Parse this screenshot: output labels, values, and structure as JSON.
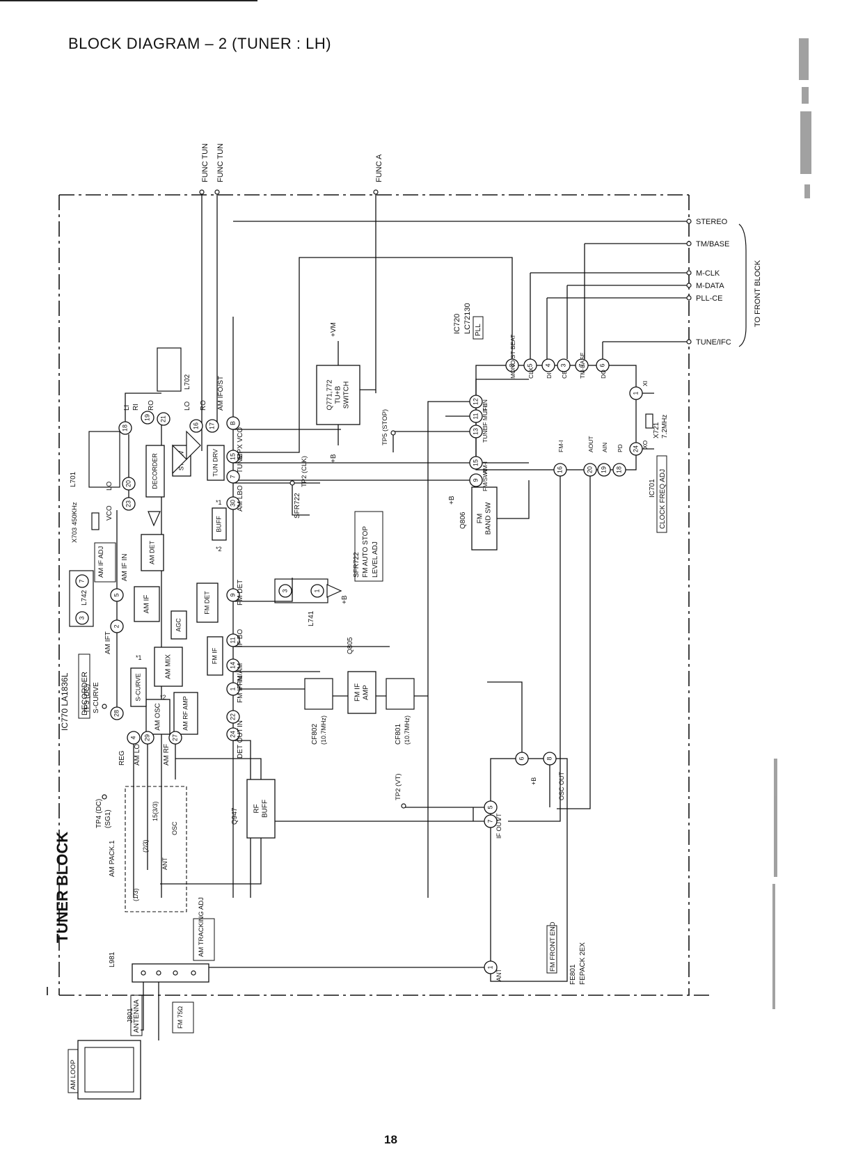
{
  "page": {
    "title": "BLOCK DIAGRAM – 2 (TUNER : LH)",
    "number": "18"
  },
  "block": {
    "title": "TUNER BLOCK"
  },
  "top_inputs": {
    "func_tun_1": "FUNC TUN",
    "func_tun_2": "FUNC TUN",
    "func_a": "FUNC A"
  },
  "front_block": {
    "label": "TO FRONT BLOCK",
    "signals": [
      "STEREO",
      "TM/BASE",
      "M-CLK",
      "M-DATA",
      "PLL-CE",
      "TUNE/IFC"
    ]
  },
  "components": {
    "ic770": {
      "name": "IC770 LA1836L",
      "function": "DECORDER"
    },
    "ic720": {
      "name": "IC720",
      "part": "LC72130",
      "function": "PLL"
    },
    "ic701": {
      "name": "IC701",
      "adj": "CLOCK FREQ ADJ"
    },
    "q771": {
      "name": "Q771,772",
      "line1": "TU+B",
      "line2": "SWITCH",
      "vm": "+VM",
      "b": "+B"
    },
    "q806": {
      "name": "Q806",
      "line1": "FM",
      "line2": "BAND SW",
      "b": "+B"
    },
    "q805": {
      "name": "Q805",
      "line1": "FM IF",
      "line2": "AMP"
    },
    "q947": {
      "name": "Q947",
      "line1": "RF",
      "line2": "BUFF"
    },
    "l701": "L701",
    "l702": "L702",
    "l741": "L741",
    "l742": "L742",
    "l981": "L981",
    "x703": "X703 450KHz",
    "x721": "X721",
    "x721_freq": "7.2MHz",
    "cf801": "CF801",
    "cf801_freq": "(10.7MHz)",
    "cf802": "CF802",
    "cf802_freq": "(10.7MHz)",
    "sfr722": "SFR722",
    "sfr722_adj1": "FM AUTO STOP",
    "sfr722_adj2": "LEVEL ADJ",
    "fe801_name": "FE801",
    "fe801_part": "FEPACK 2EX",
    "fe801_func": "FM FRONT END",
    "am_pack": "AM PACK.1",
    "am_tracking": "AM TRACKING ADJ",
    "am_if_adj": "AM IF ADJ",
    "j801": "J801",
    "antenna": "ANTENNA",
    "fm_75": "FM 75Ω",
    "am_loop": "AM LOOP"
  },
  "inner_blocks": [
    "AM MIX",
    "AM OSC",
    "AM RF AMP",
    "S-CURVE",
    "AM IF",
    "AM DET",
    "AGC",
    "FM DET",
    "FM IF",
    "BUFF",
    "TUN DRV",
    "ST SW",
    "DECORDER"
  ],
  "test_points": {
    "tp3": "TP3 (DC)",
    "tp3b": "S-CURVE",
    "tp4": "TP4 (DC)",
    "tp4b": "(SG1)",
    "tp5": "TP5 (STOP)",
    "tp2clk": "TP2 (CLK)",
    "tp2vt": "TP2 (VT)"
  },
  "ic770_pins": [
    {
      "n": "28"
    },
    {
      "n": "4",
      "label": "REG"
    },
    {
      "n": "29",
      "label": "AM LO"
    },
    {
      "n": "27",
      "label": "AM RF"
    },
    {
      "n": "2",
      "label": "AM IFT"
    },
    {
      "n": "5",
      "label": "AM IF IN"
    },
    {
      "n": "23",
      "label": "VCO"
    },
    {
      "n": "20",
      "label": "LO"
    },
    {
      "n": "18",
      "label": "LI"
    },
    {
      "n": "19",
      "label": "RI"
    },
    {
      "n": "21",
      "label": "RO"
    },
    {
      "n": "16",
      "label": "LO"
    },
    {
      "n": "17",
      "label": "RO"
    },
    {
      "n": "B",
      "label": "AM IFO/ST"
    },
    {
      "n": "15",
      "label": "MPX VCO"
    },
    {
      "n": "7",
      "label": "TUNE"
    },
    {
      "n": "30",
      "label": "AM LBO"
    },
    {
      "n": "9",
      "label": "FM DET"
    },
    {
      "n": "11",
      "label": "IF BO"
    },
    {
      "n": "14",
      "label": "FM/AM"
    },
    {
      "n": "1",
      "label": "FM IF IN"
    },
    {
      "n": "22",
      "label": "IN"
    },
    {
      "n": "24",
      "label": "DET OUT"
    }
  ],
  "ic720_pins": [
    {
      "n": "8",
      "label": "MONO/ST BEAT"
    },
    {
      "n": "5",
      "label": "CLK"
    },
    {
      "n": "4",
      "label": "DI"
    },
    {
      "n": "3",
      "label": "CE"
    },
    {
      "n": "7",
      "label": "TM-BASE"
    },
    {
      "n": "6",
      "label": "DO"
    },
    {
      "n": "12",
      "label": "IF-IN"
    },
    {
      "n": "11",
      "label": "IF MUTE"
    },
    {
      "n": "13",
      "label": "TUNE"
    },
    {
      "n": "15",
      "label": "AM-I"
    },
    {
      "n": "9",
      "label": "FM/SWI"
    },
    {
      "n": "16",
      "label": "FM-I"
    },
    {
      "n": "20",
      "label": "AOUT"
    },
    {
      "n": "19",
      "label": "AIN"
    },
    {
      "n": "18",
      "label": "PD"
    },
    {
      "n": "24",
      "label": "XO"
    },
    {
      "n": "1",
      "label": "XI"
    }
  ],
  "fe_pins": [
    {
      "n": "6",
      "label": "+B"
    },
    {
      "n": "8",
      "label": "OSC OUT"
    },
    {
      "n": "5",
      "label": "VT"
    },
    {
      "n": "7",
      "label": "IF OUT"
    },
    {
      "n": "1",
      "label": "ANT"
    }
  ],
  "l742_pins": [
    "3",
    "7"
  ],
  "l741_pins": [
    "3",
    "1"
  ],
  "misc": {
    "plus_b": "+B",
    "star1": "*1",
    "star2": "*2",
    "pack_labels": [
      "(1/3)",
      "(2/3)",
      "15(3/3)",
      "ANT",
      "OSC"
    ]
  }
}
